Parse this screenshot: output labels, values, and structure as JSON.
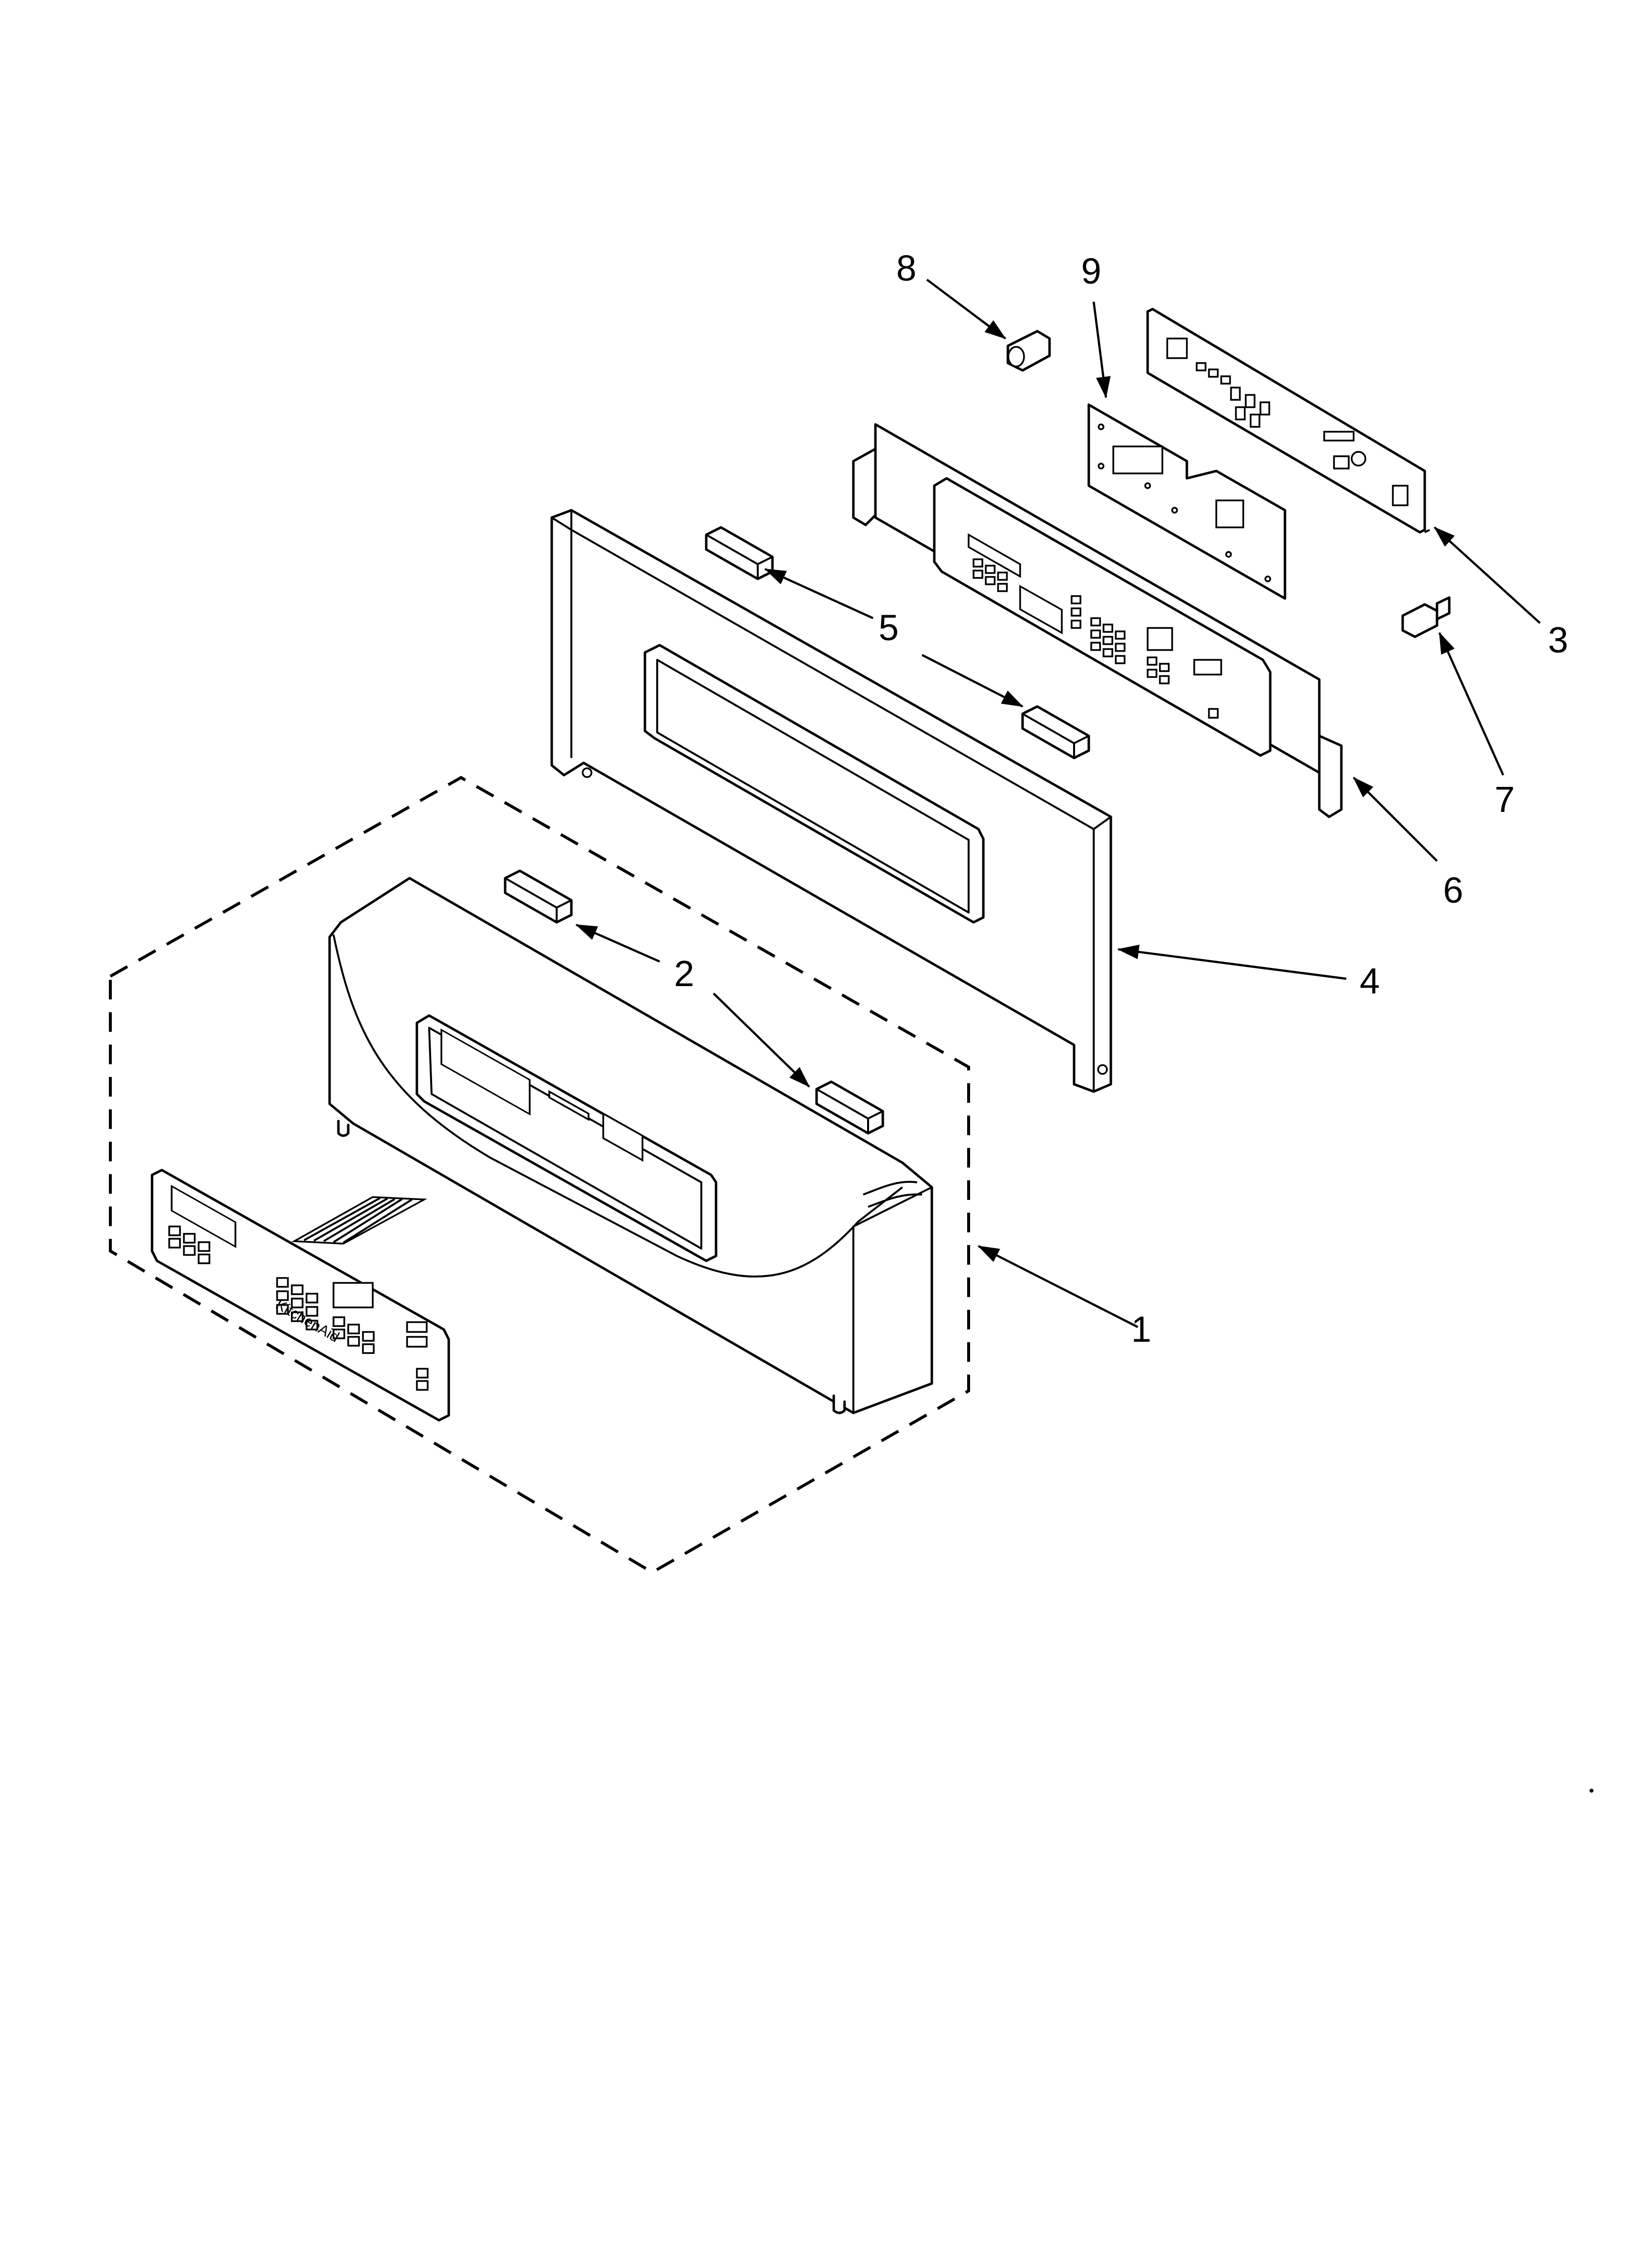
{
  "diagram": {
    "callouts": [
      {
        "id": "1",
        "label": "1"
      },
      {
        "id": "2",
        "label": "2"
      },
      {
        "id": "3",
        "label": "3"
      },
      {
        "id": "4",
        "label": "4"
      },
      {
        "id": "5",
        "label": "5"
      },
      {
        "id": "6",
        "label": "6"
      },
      {
        "id": "7",
        "label": "7"
      },
      {
        "id": "8",
        "label": "8"
      },
      {
        "id": "9",
        "label": "9"
      }
    ],
    "touchpad_brand": "KitchenAid"
  }
}
